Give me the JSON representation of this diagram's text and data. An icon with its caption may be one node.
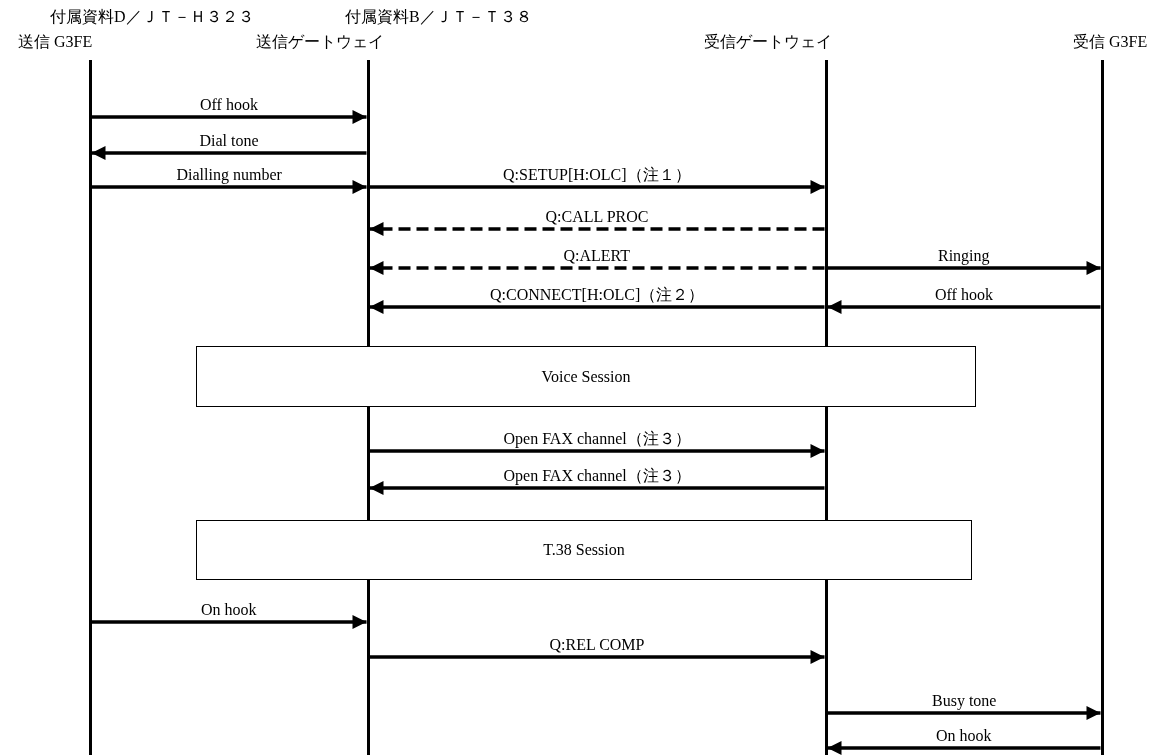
{
  "diagram": {
    "nodes": [
      {
        "text": [
          "送信 G3FE"
        ]
      },
      {
        "text": [
          "送信ゲートウェイ"
        ]
      },
      {
        "text": [
          "受信ゲートウェイ"
        ]
      },
      {
        "text": [
          "受信 G3FE"
        ]
      },
      {
        "text": [
          "Voice Session"
        ]
      },
      {
        "text": [
          "T.38 Session"
        ]
      }
    ],
    "edges": [
      {
        "from": 0,
        "to": 1,
        "arrow": "to",
        "label": "Off hook"
      },
      {
        "from": 1,
        "to": 0,
        "arrow": "to",
        "label": "Dial tone"
      },
      {
        "from": 0,
        "to": 1,
        "arrow": "to",
        "label": "Dialling number"
      },
      {
        "from": 1,
        "to": 2,
        "arrow": "to",
        "label": "Q:SETUP[H:OLC]（注１）"
      },
      {
        "from": 2,
        "to": 1,
        "arrow": "to",
        "label": "Q:CALL PROC",
        "style": "dashed"
      },
      {
        "from": 2,
        "to": 1,
        "arrow": "to",
        "label": "Q:ALERT",
        "style": "dashed"
      },
      {
        "from": 2,
        "to": 3,
        "arrow": "to",
        "label": "Ringing"
      },
      {
        "from": 2,
        "to": 1,
        "arrow": "to",
        "label": "Q:CONNECT[H:OLC]（注２）"
      },
      {
        "from": 3,
        "to": 2,
        "arrow": "to",
        "label": "Off hook"
      },
      {
        "from": 1,
        "to": 2,
        "arrow": "to",
        "label": "Open FAX channel（注３）"
      },
      {
        "from": 2,
        "to": 1,
        "arrow": "to",
        "label": "Open FAX channel（注３）"
      },
      {
        "from": 0,
        "to": 1,
        "arrow": "to",
        "label": "On hook"
      },
      {
        "from": 1,
        "to": 2,
        "arrow": "to",
        "label": "Q:REL COMP"
      },
      {
        "from": 2,
        "to": 3,
        "arrow": "to",
        "label": "Busy tone"
      },
      {
        "from": 3,
        "to": 2,
        "arrow": "to",
        "label": "On hook"
      }
    ],
    "labels": [
      "付属資料D／ＪＴ－Ｈ３２３",
      "付属資料B／ＪＴ－Ｔ３８"
    ]
  }
}
